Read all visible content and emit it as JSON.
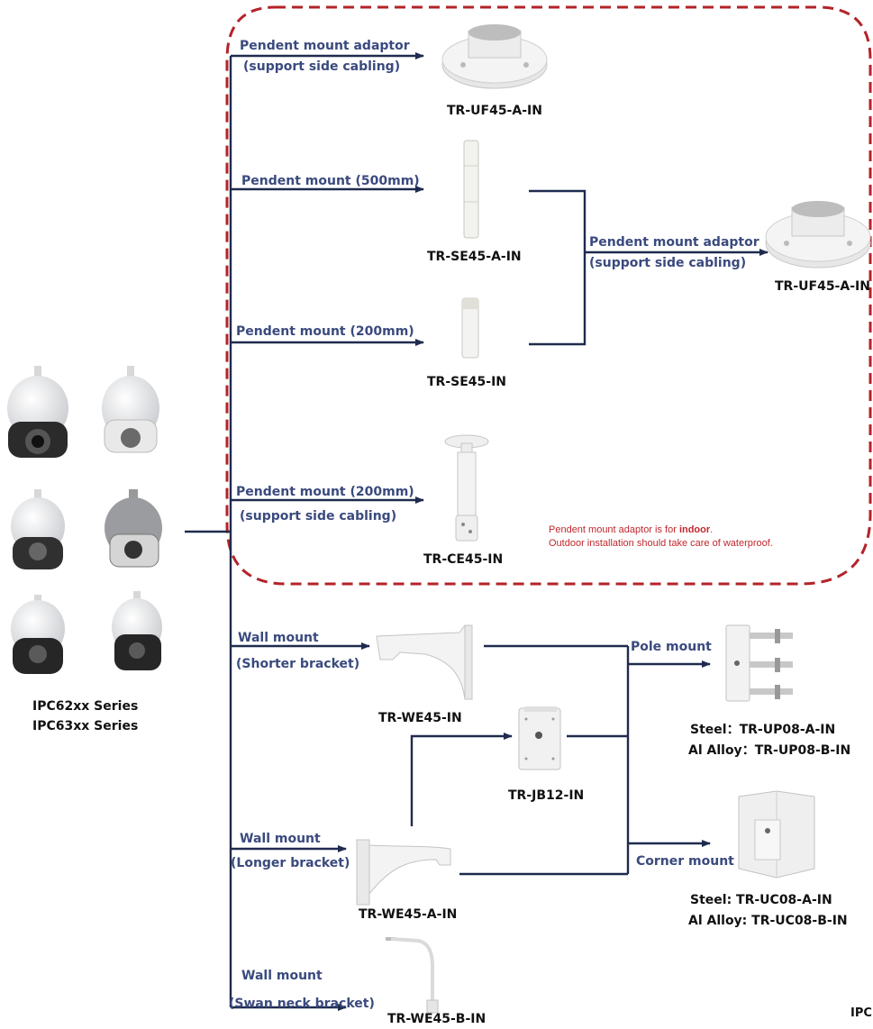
{
  "cameras": {
    "series_line_1": "IPC62xx Series",
    "series_line_2": "IPC63xx Series"
  },
  "indoor_group": {
    "note_line_1_prefix": "Pendent  mount adaptor is for ",
    "note_line_1_emphasis": "indoor",
    "note_line_1_suffix": ".",
    "note_line_2": "Outdoor installation should take care of waterproof."
  },
  "mounts": [
    {
      "label_1": "Pendent  mount adaptor",
      "label_2": "(support side cabling)",
      "model": "TR-UF45-A-IN"
    },
    {
      "label_1": "Pendent  mount (500mm)",
      "model": "TR-SE45-A-IN"
    },
    {
      "label_1": "Pendent  mount (200mm)",
      "model": "TR-SE45-IN"
    },
    {
      "label_1": "Pendent  mount (200mm)",
      "label_2": "(support side cabling)",
      "model": "TR-CE45-IN"
    },
    {
      "label_1": "Wall mount",
      "label_2": "(Shorter bracket)",
      "model": "TR-WE45-IN"
    },
    {
      "label_1": "Wall mount",
      "label_2": "(Longer bracket)",
      "model": "TR-WE45-A-IN"
    },
    {
      "label_1": "Wall mount",
      "label_2": "(Swan neck bracket)",
      "model": "TR-WE45-B-IN"
    }
  ],
  "secondary": {
    "adaptor_label_1": "Pendent  mount adaptor",
    "adaptor_label_2": "(support side cabling)",
    "adaptor_model": "TR-UF45-A-IN",
    "junction_box_model": "TR-JB12-IN",
    "pole_mount_label": "Pole mount",
    "pole_steel_name": "Steel",
    "pole_steel_sep": "：",
    "pole_steel_model": "TR-UP08-A-IN",
    "pole_alloy_name": "Al Alloy",
    "pole_alloy_sep": "：",
    "pole_alloy_model": "TR-UP08-B-IN",
    "corner_mount_label": "Corner mount",
    "corner_steel": "Steel: TR-UC08-A-IN",
    "corner_alloy": "Al Alloy: TR-UC08-B-IN"
  },
  "edge_fragment": "IPC",
  "colors": {
    "line": "#1f2b4e",
    "label": "#3a4a7e",
    "dashed_border": "#b3232a",
    "note": "#c0282d"
  }
}
